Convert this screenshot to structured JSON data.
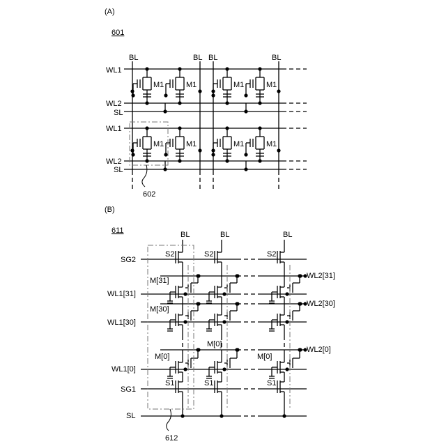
{
  "panel_a": {
    "label": "(A)",
    "ref": "601",
    "bl_labels": [
      "BL",
      "BL",
      "BL",
      "BL"
    ],
    "row_labels": [
      "WL1",
      "WL2",
      "SL",
      "WL1",
      "WL2",
      "SL"
    ],
    "cell_label": "M1",
    "outline_ref": "602"
  },
  "panel_b": {
    "label": "(B)",
    "ref": "611",
    "bl_labels": [
      "BL",
      "BL",
      "BL"
    ],
    "left_labels": [
      "SG2",
      "WL1[31]",
      "WL1[30]",
      "WL1[0]",
      "SG1",
      "SL"
    ],
    "right_labels": [
      "WL2[31]",
      "WL2[30]",
      "WL2[0]"
    ],
    "select_top": "S2",
    "select_bottom": "S1",
    "cell_labels": [
      "M[31]",
      "M[30]",
      "M[0]",
      "M[0]",
      "M[0]"
    ],
    "outline_ref": "612"
  }
}
